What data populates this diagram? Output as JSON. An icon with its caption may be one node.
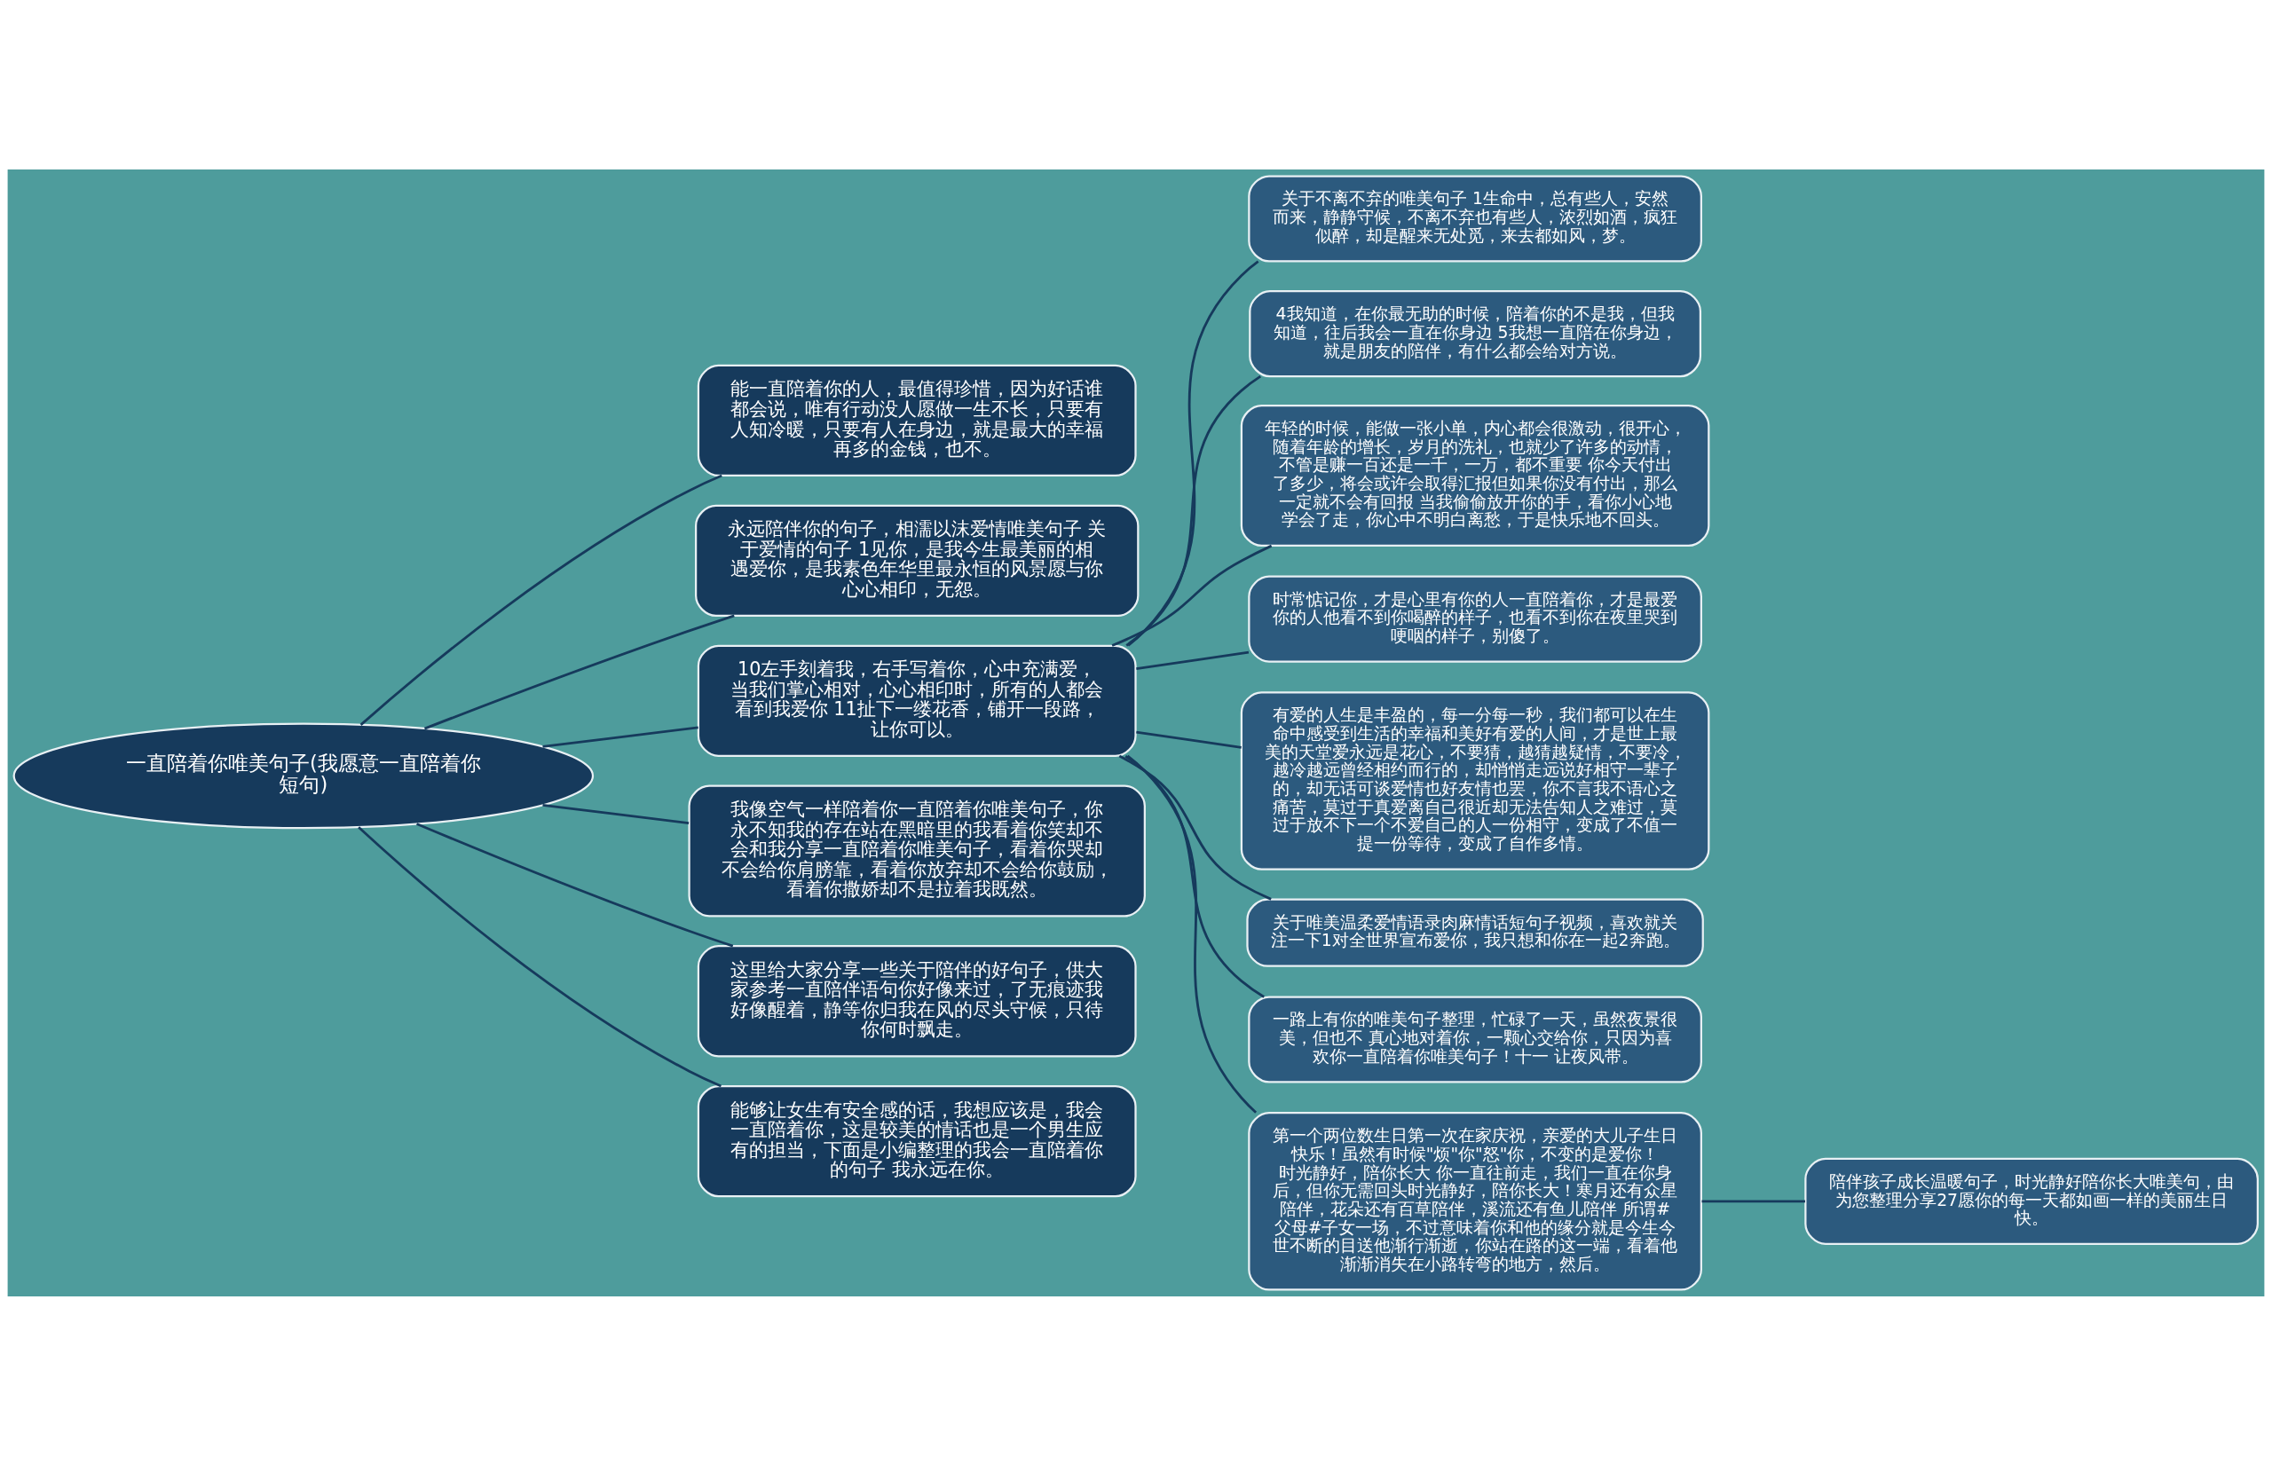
{
  "diagram": {
    "nodes": [
      {
        "text": [
          "一直陪着你唯美句子(我愿意一直陪着你短句)"
        ]
      },
      {
        "text": [
          "能一直陪着你的人，最值得珍惜，因为好话谁都会说，唯有行动没人愿做一生不长，只要有人知冷暖，只要有人在身边，就是最大的幸福再多的金钱，也不。"
        ]
      },
      {
        "text": [
          "永远陪伴你的句子，相濡以沫爱情唯美句子 关于爱情的句子 1见你，是我今生最美丽的相遇爱你，是我素色年华里最永恒的风景愿与你心心相印，无怨。"
        ]
      },
      {
        "text": [
          "10左手刻着我，右手写着你，心中充满爱，当我们掌心相对，心心相印时，所有的人都会看到我爱你 11扯下一缕花香，铺开一段路，让你可以。"
        ]
      },
      {
        "text": [
          "我像空气一样陪着你一直陪着你唯美句子，你永不知我的存在站在黑暗里的我看着你笑却不会和我分享一直陪着你唯美句子，看着你哭却不会给你肩膀靠，看着你放弃却不会给你鼓励，看着你撒娇却不是拉着我既然。"
        ]
      },
      {
        "text": [
          "这里给大家分享一些关于陪伴的好句子，供大家参考一直陪伴语句你好像来过，了无痕迹我好像醒着，静等你归我在风的尽头守候，只待你何时飘走。"
        ]
      },
      {
        "text": [
          "能够让女生有安全感的话，我想应该是，我会一直陪着你，这是较美的情话也是一个男生应有的担当，下面是小编整理的我会一直陪着你的句子 我永远在你。"
        ]
      },
      {
        "text": [
          "关于不离不弃的唯美句子 1生命中，总有些人，安然而来，静静守候，不离不弃也有些人，浓烈如酒，疯狂似醉，却是醒来无处觅，来去都如风，梦。"
        ]
      },
      {
        "text": [
          "4我知道，在你最无助的时候，陪着你的不是我，但我知道，往后我会一直在你身边 5我想一直陪在你身边，就是朋友的陪伴，有什么都会给对方说。"
        ]
      },
      {
        "text": [
          "年轻的时候，能做一张小单，内心都会很激动，很开心，随着年龄的增长，岁月的洗礼，也就少了许多的动情，不管是赚一百还是一千，一万，都不重要 你今天付出了多少，将会或许会取得汇报但如果你没有付出，那么一定就不会有回报 当我偷偷放开你的手，看你小心地学会了走，你心中不明白离愁，于是快乐地不回头。"
        ]
      },
      {
        "text": [
          "时常惦记你，才是心里有你的人一直陪着你，才是最爱你的人他看不到你喝醉的样子，也看不到你在夜里哭到哽咽的样子，别傻了。"
        ]
      },
      {
        "text": [
          "有爱的人生是丰盈的，每一分每一秒，我们都可以在生命中感受到生活的幸福和美好有爱的人间，才是世上最美的天堂爱永远是花心，不要猜，越猜越疑情，不要冷，越冷越远曾经相约而行的，却悄悄走远说好相守一辈子的，却无话可谈爱情也好友情也罢，你不言我不语心之痛苦，莫过于真爱离自己很近却无法告知人之难过，莫过于放不下一个不爱自己的人一份相守，变成了不值一提一份等待，变成了自作多情。"
        ]
      },
      {
        "text": [
          "关于唯美温柔爱情语录肉麻情话短句子视频，喜欢就关注一下1对全世界宣布爱你，我只想和你在一起2奔跑。"
        ]
      },
      {
        "text": [
          "一路上有你的唯美句子整理，忙碌了一天，虽然夜景很美，但也不 真心地对着你，一颗心交给你，只因为喜欢你一直陪着你唯美句子！十一 让夜风带。"
        ]
      },
      {
        "text": [
          "第一个两位数生日第一次在家庆祝，亲爱的大儿子生日快乐！虽然有时候\"烦\"你\"怒\"你，不变的是爱你！时光静好，陪你长大 你一直往前走，我们一直在你身后，但你无需回头时光静好，陪你长大！寒月还有众星陪伴，花朵还有百草陪伴，溪流还有鱼儿陪伴 所谓#父母#子女一场，不过意味着你和他的缘分就是今生今世不断的目送他渐行渐逝，你站在路的这一端，看着他渐渐消失在小路转弯的地方，然后。"
        ]
      },
      {
        "text": [
          "陪伴孩子成长温暖句子，时光静好陪你长大唯美句，由为您整理分享27愿你的每一天都如画一样的美丽生日快。"
        ]
      }
    ],
    "edges": [
      {
        "from": 0,
        "to": 1,
        "arrow": "none"
      },
      {
        "from": 0,
        "to": 2,
        "arrow": "none"
      },
      {
        "from": 0,
        "to": 3,
        "arrow": "none"
      },
      {
        "from": 0,
        "to": 4,
        "arrow": "none"
      },
      {
        "from": 0,
        "to": 5,
        "arrow": "none"
      },
      {
        "from": 0,
        "to": 6,
        "arrow": "none"
      },
      {
        "from": 3,
        "to": 7,
        "arrow": "none"
      },
      {
        "from": 3,
        "to": 8,
        "arrow": "none"
      },
      {
        "from": 3,
        "to": 9,
        "arrow": "none"
      },
      {
        "from": 3,
        "to": 10,
        "arrow": "none"
      },
      {
        "from": 3,
        "to": 11,
        "arrow": "none"
      },
      {
        "from": 3,
        "to": 12,
        "arrow": "none"
      },
      {
        "from": 3,
        "to": 13,
        "arrow": "none"
      },
      {
        "from": 3,
        "to": 14,
        "arrow": "none"
      },
      {
        "from": 14,
        "to": 15,
        "arrow": "none"
      }
    ]
  }
}
